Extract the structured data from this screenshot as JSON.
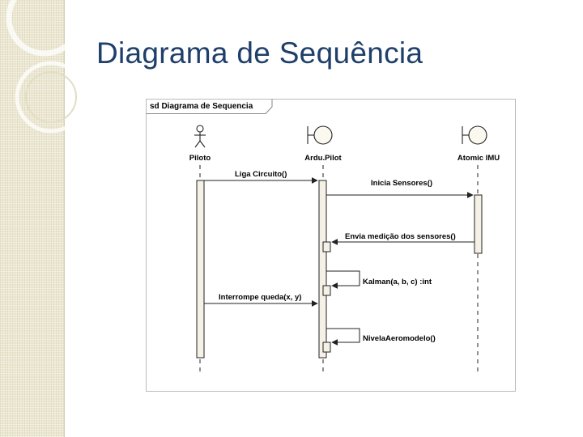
{
  "slide": {
    "title": "Diagrama de Sequência"
  },
  "diagram": {
    "frame_label": "sd Diagrama de Sequencia",
    "lifelines": [
      {
        "id": "piloto",
        "label": "Piloto",
        "kind": "actor"
      },
      {
        "id": "ardupilot",
        "label": "Ardu.Pilot",
        "kind": "boundary"
      },
      {
        "id": "imu",
        "label": "Atomic IMU",
        "kind": "boundary"
      }
    ],
    "messages": [
      {
        "label": "Liga Circuito()",
        "from": "piloto",
        "to": "ardupilot"
      },
      {
        "label": "Inicia Sensores()",
        "from": "ardupilot",
        "to": "imu"
      },
      {
        "label": "Envia medição dos sensores()",
        "from": "imu",
        "to": "ardupilot"
      },
      {
        "label": "Kalman(a, b, c) :int",
        "from": "ardupilot",
        "to": "ardupilot"
      },
      {
        "label": "Interrompe queda(x, y)",
        "from": "piloto",
        "to": "ardupilot"
      },
      {
        "label": "NivelaAeromodelo()",
        "from": "ardupilot",
        "to": "ardupilot"
      }
    ]
  },
  "colors": {
    "title": "#1f3f6b",
    "activation_fill": "#f5f1e6",
    "boundary_fill": "#fbf8ef",
    "line": "#222222",
    "frame_border": "#bbbbbb"
  }
}
